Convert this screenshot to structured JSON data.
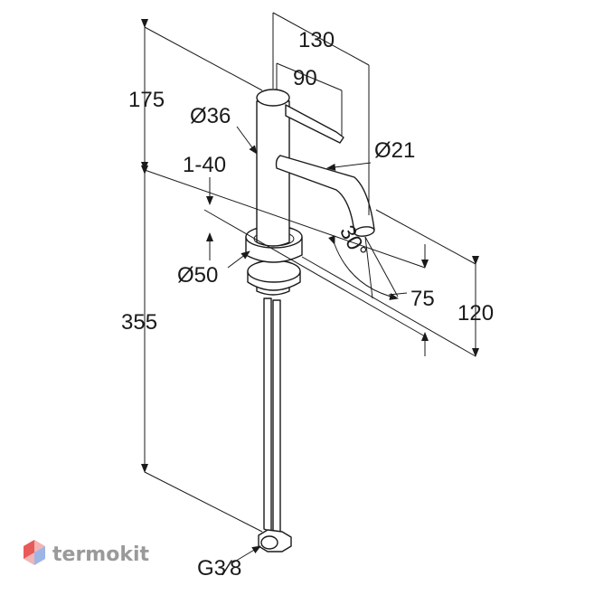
{
  "dimensions": {
    "total_width": "130",
    "lever_length": "90",
    "total_height_top": "175",
    "body_diameter": "Ø36",
    "spout_diameter": "Ø21",
    "counter_thickness": "1-40",
    "spout_angle": "30°",
    "base_diameter": "Ø50",
    "spout_reach": "75",
    "spout_height": "120",
    "hose_length": "355",
    "connection_thread": "G3⁄8"
  },
  "brand": {
    "name": "termokit",
    "logo_color": "#e85a5a",
    "logo_color_2": "#4a78c8"
  }
}
